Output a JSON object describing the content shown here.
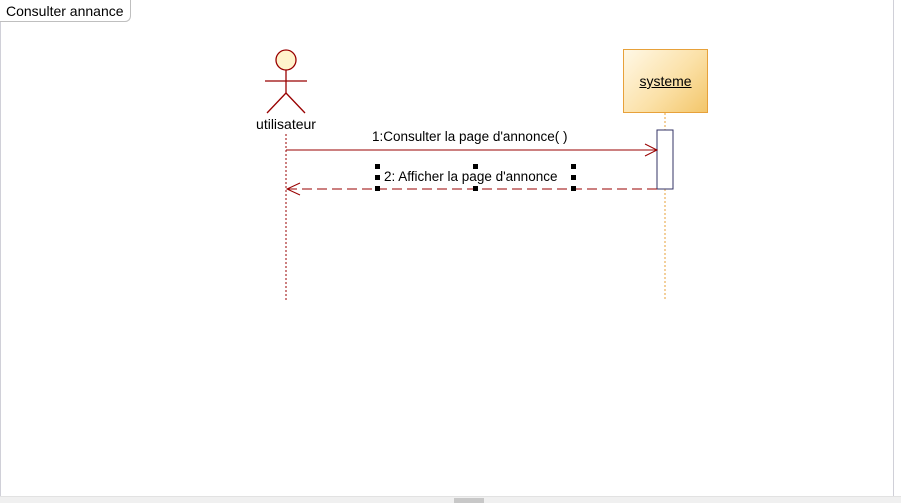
{
  "frame": {
    "title": "Consulter annance"
  },
  "actor": {
    "name": "utilisateur",
    "icon": "stick-figure-actor-icon"
  },
  "object": {
    "name": "systeme"
  },
  "messages": [
    {
      "label": "1:Consulter la page d'annonce( )",
      "kind": "synchronous-call"
    },
    {
      "label": "2: Afficher la page d'annonce",
      "kind": "return"
    }
  ],
  "colors": {
    "line": "#990000",
    "object_border": "#e7a13a",
    "object_fill": "#fbe1a8",
    "actor_head_fill": "#fff3cc",
    "activation_fill": "#ffffff",
    "activation_border": "#333366"
  }
}
